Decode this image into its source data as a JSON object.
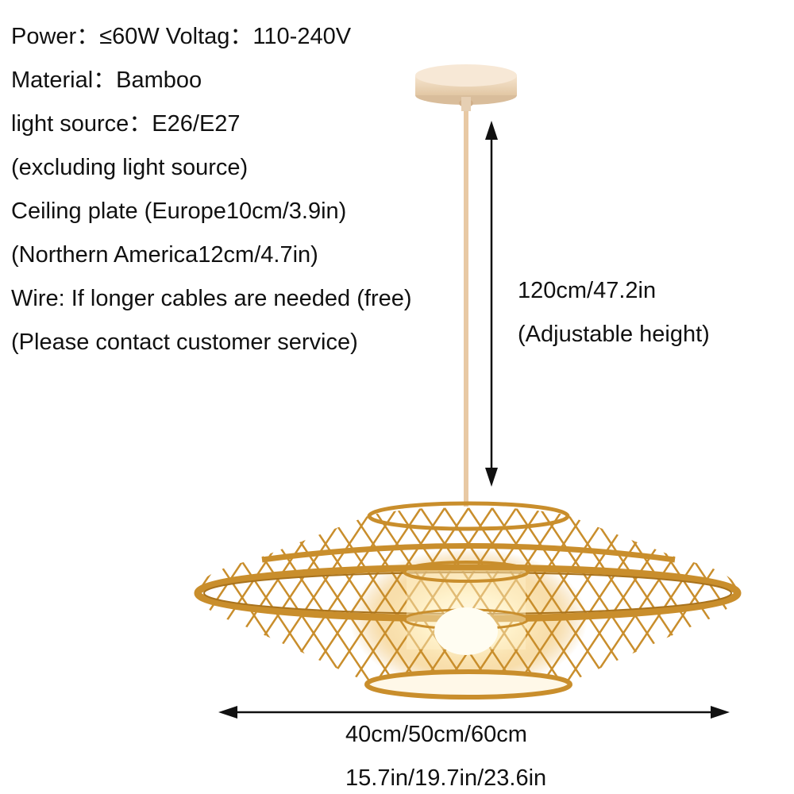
{
  "specs": {
    "power": "Power：≤60W Voltag：110-240V",
    "material": "Material：Bamboo",
    "light_source": "light source：E26/E27",
    "excluding": "(excluding light source)",
    "ceiling_plate": "Ceiling plate  (Europe10cm/3.9in)",
    "north_america": "(Northern America12cm/4.7in)",
    "wire": "Wire: If longer cables are needed (free)",
    "contact": "(Please contact customer service)"
  },
  "height_dimension": {
    "value": "120cm/47.2in",
    "note": "(Adjustable height)"
  },
  "width_dimension": {
    "metric": "40cm/50cm/60cm",
    "imperial": "15.7in/19.7in/23.6in"
  },
  "colors": {
    "bamboo": "#c98e2c",
    "bamboo_dark": "#a8721c",
    "glow": "#fff6d8",
    "ceiling_plate": "#f1dcc0",
    "cord": "#e8c9a4"
  }
}
